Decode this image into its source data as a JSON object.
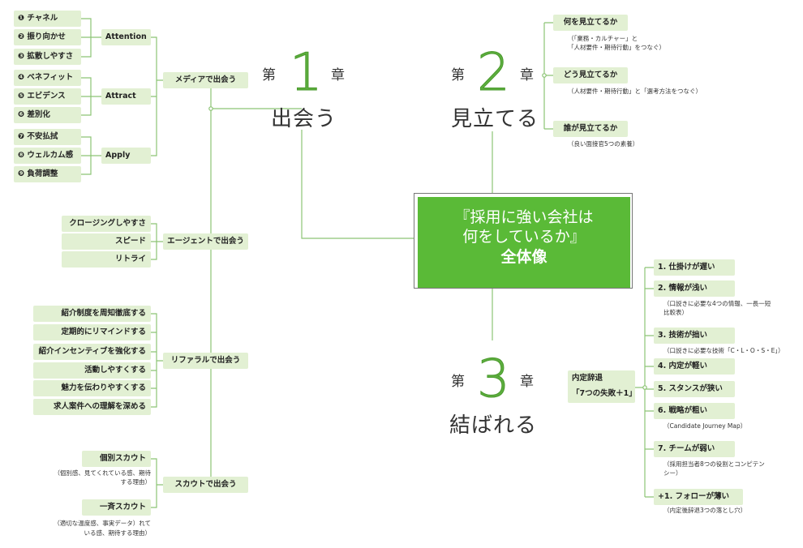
{
  "center": {
    "line1": "『採用に強い会社は",
    "line2": "何をしているか』",
    "line3": "全体像"
  },
  "chapters": {
    "c1": {
      "dai": "第",
      "num": "1",
      "sho": "章",
      "title": "出会う"
    },
    "c2": {
      "dai": "第",
      "num": "2",
      "sho": "章",
      "title": "見立てる"
    },
    "c3": {
      "dai": "第",
      "num": "3",
      "sho": "章",
      "title": "結ばれる"
    }
  },
  "media": {
    "label": "メディアで出会う",
    "groups": [
      {
        "label": "Attention",
        "items": [
          "❶ チャネル",
          "❷ 振り向かせ",
          "❸ 拡散しやすさ"
        ]
      },
      {
        "label": "Attract",
        "items": [
          "❹ ベネフィット",
          "❺ エビデンス",
          "❻ 差別化"
        ]
      },
      {
        "label": "Apply",
        "items": [
          "❼ 不安払拭",
          "❽ ウェルカム感",
          "❾ 負荷調整"
        ]
      }
    ]
  },
  "agent": {
    "label": "エージェントで出会う",
    "items": [
      "クロージングしやすさ",
      "スピード",
      "リトライ"
    ]
  },
  "referral": {
    "label": "リファラルで出会う",
    "items": [
      "紹介制度を周知徹底する",
      "定期的にリマインドする",
      "紹介インセンティブを強化する",
      "活動しやすくする",
      "魅力を伝わりやすくする",
      "求人案件への理解を深める"
    ]
  },
  "scout": {
    "label": "スカウトで出会う",
    "individual": {
      "label": "個別スカウト",
      "note1": "（個別感、見てくれている感、期待",
      "note2": "する理由）"
    },
    "mass": {
      "label": "一斉スカウト",
      "note1": "（適切な温度感、事実データ）れて",
      "note2": "いる感、期待する理由）"
    }
  },
  "chapter2": {
    "items": [
      {
        "label": "何を見立てるか",
        "note1": "（「業務・カルチャー」と",
        "note2": "「人材要件・期待行動」をつなぐ）"
      },
      {
        "label": "どう見立てるか",
        "note1": "（人材要件・期待行動」と「選考方法をつなぐ）"
      },
      {
        "label": "誰が見立てるか",
        "note1": "（良い面接官5つの素養）"
      }
    ]
  },
  "chapter3": {
    "hub1": "内定辞退",
    "hub2": "「7つの失敗＋1」",
    "items": [
      {
        "label": "1. 仕掛けが遅い"
      },
      {
        "label": "2. 情報が浅い",
        "note1": "（口説きに必要な4つの情報、一長一短",
        "note2": "比較表）"
      },
      {
        "label": "3. 技術が拙い",
        "note1": "（口説きに必要な技術「C・L・O・S・E」）"
      },
      {
        "label": "4. 内定が軽い"
      },
      {
        "label": "5. スタンスが狭い"
      },
      {
        "label": "6. 戦略が粗い",
        "note1": "（Candidate Journey Map）"
      },
      {
        "label": "7. チームが弱い",
        "note1": "（採用担当者8つの役割とコンピテン",
        "note2": "シー）"
      },
      {
        "label": "+1. フォローが薄い",
        "note1": "（内定後辞退3つの落とし穴）"
      }
    ]
  },
  "colors": {
    "line": "#8cc474",
    "box": "#e2f0d3",
    "center": "#5aba37",
    "numeral": "#5dae3f"
  }
}
